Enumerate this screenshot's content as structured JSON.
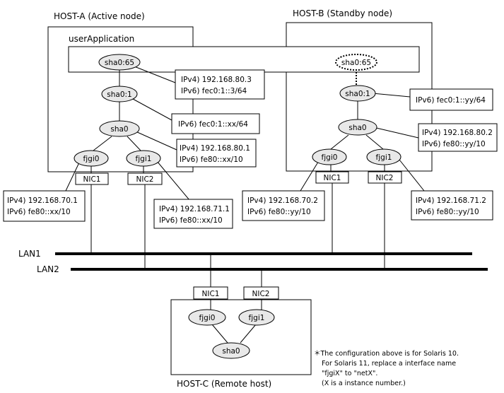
{
  "hosts": {
    "a": {
      "title": "HOST-A (Active node)"
    },
    "b": {
      "title": "HOST-B (Standby node)"
    },
    "c": {
      "title": "HOST-C (Remote host)"
    }
  },
  "user_application": {
    "label": "userApplication"
  },
  "lans": {
    "lan1": "LAN1",
    "lan2": "LAN2"
  },
  "host_a": {
    "sha0_65": "sha0:65",
    "sha0_1": "sha0:1",
    "sha0": "sha0",
    "fjgi0": "fjgi0",
    "fjgi1": "fjgi1",
    "nic1": "NIC1",
    "nic2": "NIC2",
    "callout_sha0_65": [
      "IPv4) 192.168.80.3",
      "IPv6) fec0:1::3/64"
    ],
    "callout_sha0_1": [
      "IPv6) fec0:1::xx/64"
    ],
    "callout_sha0": [
      "IPv4) 192.168.80.1",
      "IPv6) fe80::xx/10"
    ],
    "callout_fjgi0": [
      "IPv4) 192.168.70.1",
      "IPv6) fe80::xx/10"
    ],
    "callout_fjgi1": [
      "IPv4) 192.168.71.1",
      "IPv6) fe80::xx/10"
    ]
  },
  "host_b": {
    "sha0_65": "sha0:65",
    "sha0_1": "sha0:1",
    "sha0": "sha0",
    "fjgi0": "fjgi0",
    "fjgi1": "fjgi1",
    "nic1": "NIC1",
    "nic2": "NIC2",
    "callout_sha0_1": [
      "IPv6) fec0:1::yy/64"
    ],
    "callout_sha0": [
      "IPv4) 192.168.80.2",
      "IPv6) fe80::yy/10"
    ],
    "callout_fjgi0": [
      "IPv4) 192.168.70.2",
      "IPv6) fe80::yy/10"
    ],
    "callout_fjgi1": [
      "IPv4) 192.168.71.2",
      "IPv6) fe80::yy/10"
    ]
  },
  "host_c": {
    "nic1": "NIC1",
    "nic2": "NIC2",
    "fjgi0": "fjgi0",
    "fjgi1": "fjgi1",
    "sha0": "sha0"
  },
  "footnote": [
    "＊The configuration above is for Solaris 10.",
    "For Solaris 11, replace a interface name",
    "\"fjgiX\" to \"netX\".",
    "(X is a instance number.)"
  ]
}
